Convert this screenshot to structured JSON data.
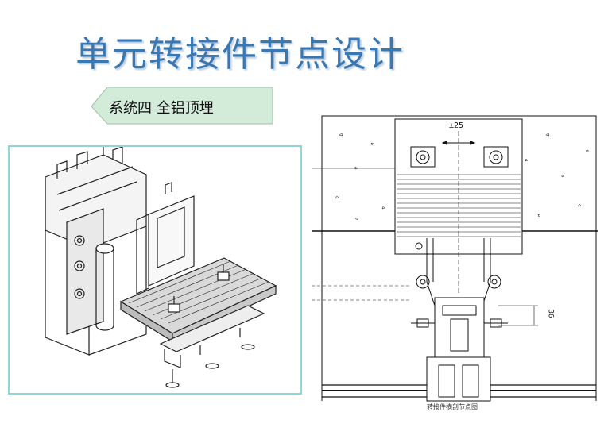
{
  "title": "单元转接件节点设计",
  "system_tag": "系统四  全铝顶埋",
  "section_drawing": {
    "dimension_adjust": "±25",
    "dimension_side": "36",
    "caption": "转接件横剖节点图"
  },
  "colors": {
    "title": "#3a78b4",
    "tag_fill": "#d3ecd9",
    "frame_border": "#8fd6d6"
  }
}
